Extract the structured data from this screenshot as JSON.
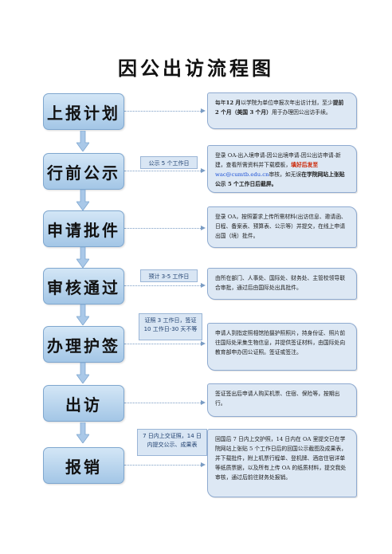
{
  "title": "因公出访流程图",
  "steps": [
    {
      "label": "上报计划"
    },
    {
      "label": "行前公示"
    },
    {
      "label": "申请批件"
    },
    {
      "label": "审核通过"
    },
    {
      "label": "办理护签"
    },
    {
      "label": "出访"
    },
    {
      "label": "报销"
    }
  ],
  "notes": {
    "publicity": "公示 5 个工作日",
    "review": "预计 3-5 工作日",
    "passport_visa": "证照 3 工作日，签证 10 工作日-30 天不等",
    "reimburse": "7 日内上交证照，14 日内提交公示、成果表"
  },
  "descriptions": {
    "plan": {
      "pre": "每年",
      "b1": "12 月",
      "t1": "以学院为单位申报次年出访计划，至少",
      "b2": "提前 2 个月（美国 3 个月）",
      "t2": "用于办理因公出访手续。"
    },
    "publicity": {
      "t1": "登录 OA-出入境申请-因公出境申请-因公出访申请-新建，查看所需资料并下载模板，",
      "red": "填好后发至",
      "email": "wac@cumtb.edu.cn",
      "t2": "审核，如无误",
      "b": "在学院网站上张贴公示 5 个工作日后截屏。"
    },
    "approval": "登录 OA，按照要求上传所需材料(出访信息、邀请函、日程、备案表、预算表、公示等）并提交，在线上申请出国（境）批件。",
    "review": "由所在部门、人事处、国际处、财务处、主管校领导联合审批，通过后由国际处出具批件。",
    "passport_visa": "申请人到指定照相馆拍摄护照照片，持身份证、照片前往国际处采集生物信息，并提供签证材料，由国际处向教育部申办因公证照。签证或签注。",
    "departure": "签证签出后申请人购买机票、住宿、保险等，按期出行。",
    "reimburse": {
      "t1": "回国后 7 日内上交护照，14 日内在 OA 里提交已在学院网站上张贴 5 个工作日后的回国公示截图及成果表，并下载批件，附上机票行程单、登机牌、酒店住宿详单等纸质票据，以及所有上传 OA 的纸质材料，提交我处审核，通过后前往财务处报销。"
    }
  }
}
